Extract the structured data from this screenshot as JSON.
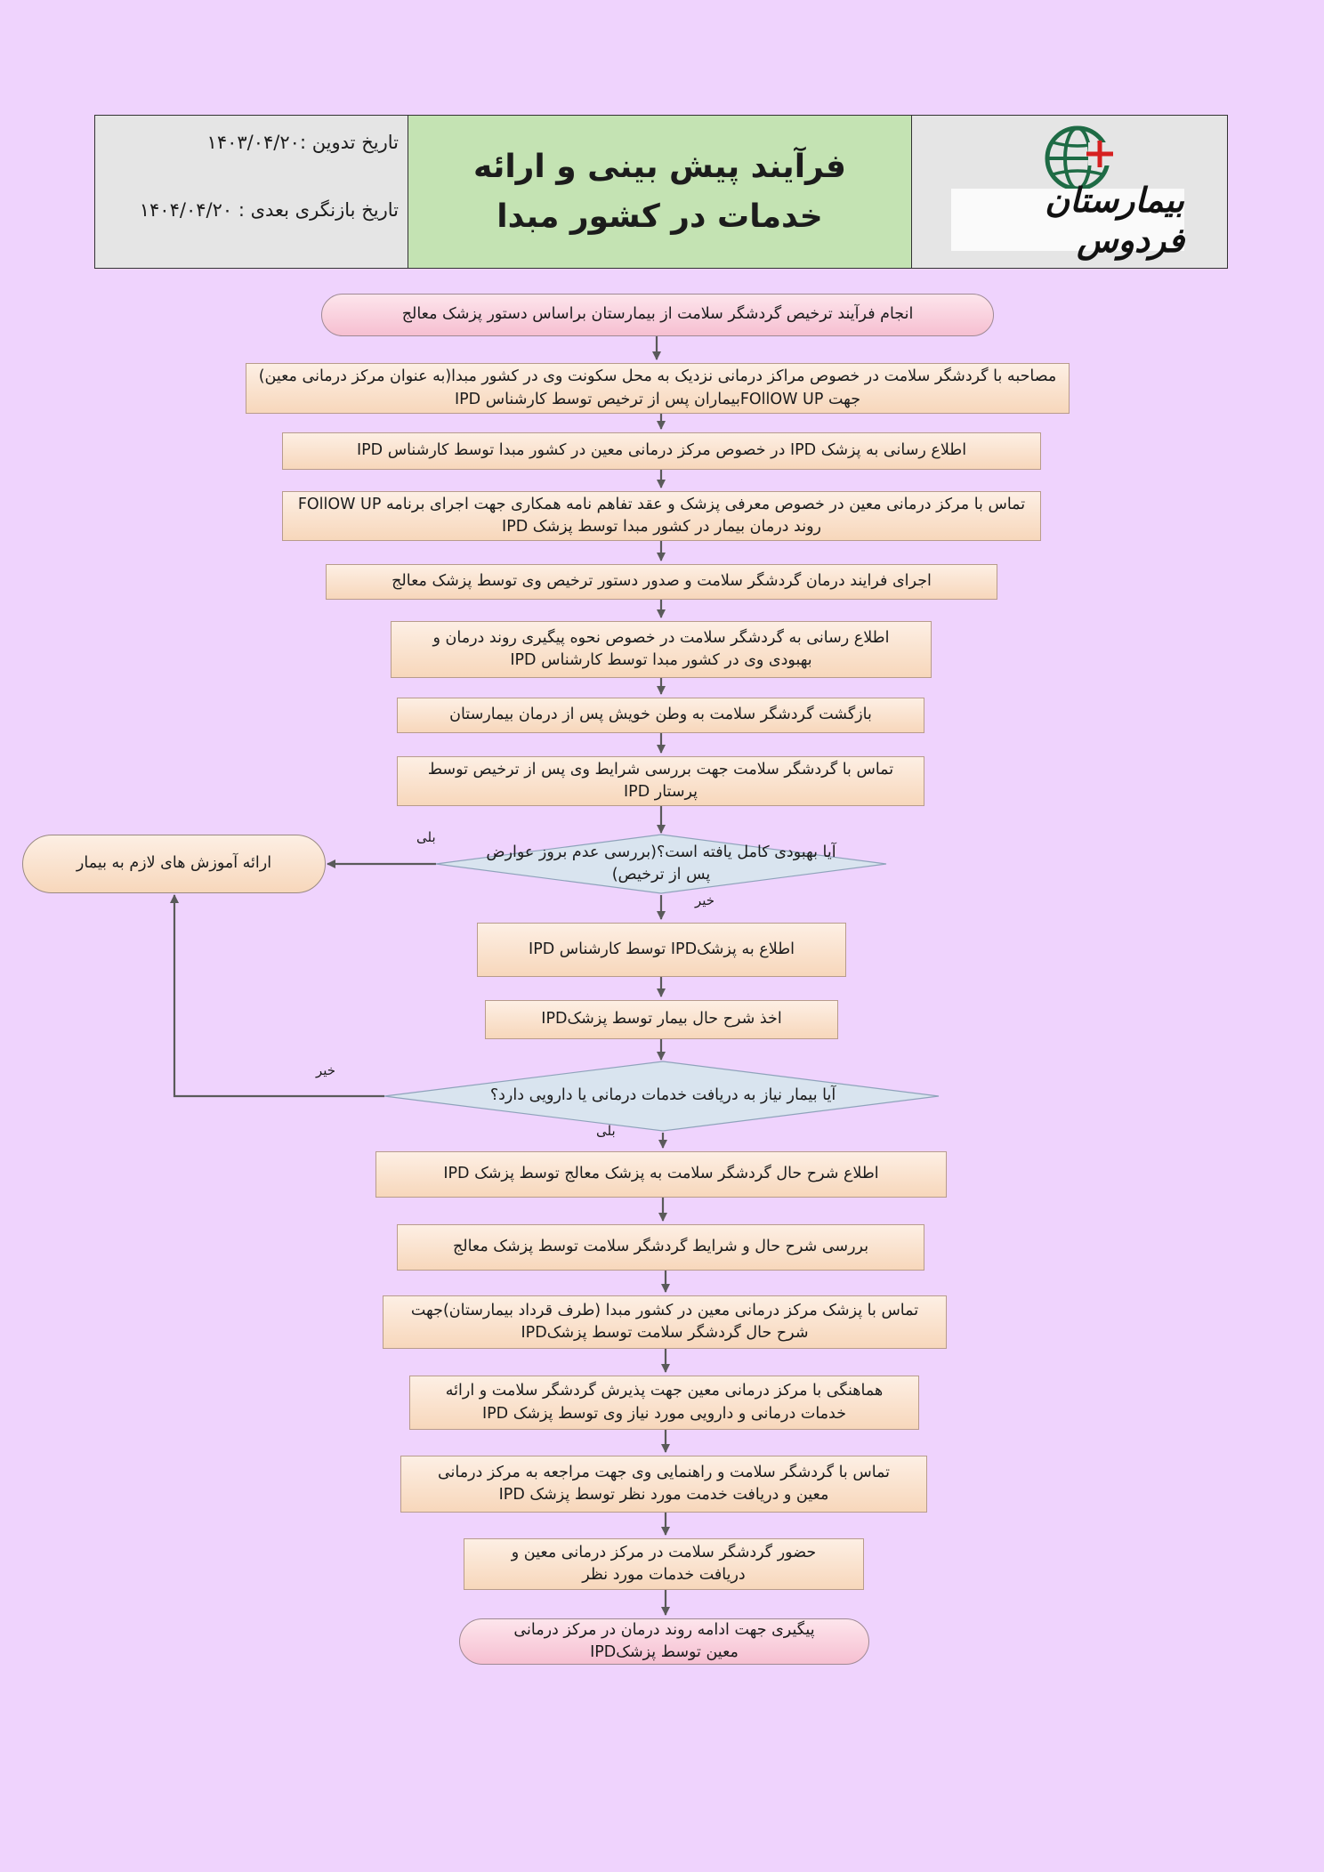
{
  "header": {
    "date_written": "تاریخ تدوین :۱۴۰۳/۰۴/۲۰",
    "date_review": "تاریخ بازنگری بعدی : ۱۴۰۴/۰۴/۲۰",
    "title": "فرآیند پیش بینی و ارائه خدمات در کشور مبدا",
    "logo_text": "بیمارستان فردوس"
  },
  "flow": {
    "start": "انجام فرآیند ترخیص گردشگر سلامت از بیمارستان براساس دستور پزشک معالج",
    "s1": "مصاحبه با گردشگر سلامت در خصوص مراکز درمانی نزدیک به محل سکونت وی در کشور مبدا(به عنوان مرکز درمانی معین) جهت FOllOW UPبیماران پس از ترخیص توسط کارشناس IPD",
    "s2": "اطلاع رسانی به پزشک IPD در خصوص مرکز درمانی معین در کشور مبدا توسط کارشناس IPD",
    "s3": "تماس با مرکز درمانی معین در خصوص معرفی پزشک و عقد تفاهم نامه همکاری جهت اجرای برنامه FOllOW UP روند درمان بیمار در کشور مبدا توسط پزشک IPD",
    "s4": "اجرای فرایند درمان گردشگر سلامت و صدور دستور ترخیص وی توسط پزشک معالج",
    "s5": "اطلاع رسانی به گردشگر سلامت در خصوص نحوه پیگیری روند درمان و بهبودی وی در کشور مبدا توسط کارشناس IPD",
    "s6": "بازگشت گردشگر سلامت به وطن خویش پس از درمان بیمارستان",
    "s7": "تماس با گردشگر سلامت جهت بررسی شرایط وی پس از ترخیص توسط پرستار  IPD",
    "d1": "آیا بهبودی کامل یافته است؟(بررسی عدم بروز عوارض پس از ترخیص)",
    "d1_yes": "بلی",
    "d1_no": "خیر",
    "side": "ارائه آموزش های لازم به بیمار",
    "s8": "اطلاع به پزشکIPD  توسط کارشناس IPD",
    "s9": "اخذ شرح حال بیمار توسط پزشکIPD",
    "d2": "آیا بیمار نیاز به دریافت خدمات درمانی یا دارویی دارد؟",
    "d2_no": "خیر",
    "d2_yes": "بلی",
    "s10": "اطلاع شرح حال گردشگر سلامت به پزشک معالج توسط پزشک IPD",
    "s11": "بررسی شرح حال و شرایط گردشگر سلامت توسط پزشک معالج",
    "s12": "تماس با پزشک مرکز درمانی معین در کشور مبدا (طرف قرداد بیمارستان)جهت شرح حال گردشگر سلامت توسط پزشکIPD",
    "s13": "هماهنگی با مرکز درمانی معین جهت پذیرش گردشگر سلامت و ارائه خدمات درمانی و دارویی مورد نیاز وی توسط پزشک IPD",
    "s14": "تماس با گردشگر سلامت  و راهنمایی وی جهت مراجعه به مرکز درمانی معین و دریافت خدمت مورد نظر توسط پزشک IPD",
    "s15": "حضور گردشگر سلامت در مرکز درمانی معین و دریافت خدمات مورد نظر",
    "end": "پیگیری جهت ادامه روند درمان در مرکز درمانی معین توسط پزشکIPD"
  },
  "colors": {
    "background": "#efd3fd",
    "header_title_bg": "#c4e3b3",
    "header_side_bg": "#e5e5e5",
    "process_fill": "#f9e0cc",
    "terminal_fill": "#f9cfdd",
    "decision_fill": "#d9e4ef",
    "arrow": "#5a5a5a",
    "logo_green": "#1e6b45",
    "logo_red": "#d62020"
  },
  "icons": [
    "globe-cross-icon"
  ]
}
